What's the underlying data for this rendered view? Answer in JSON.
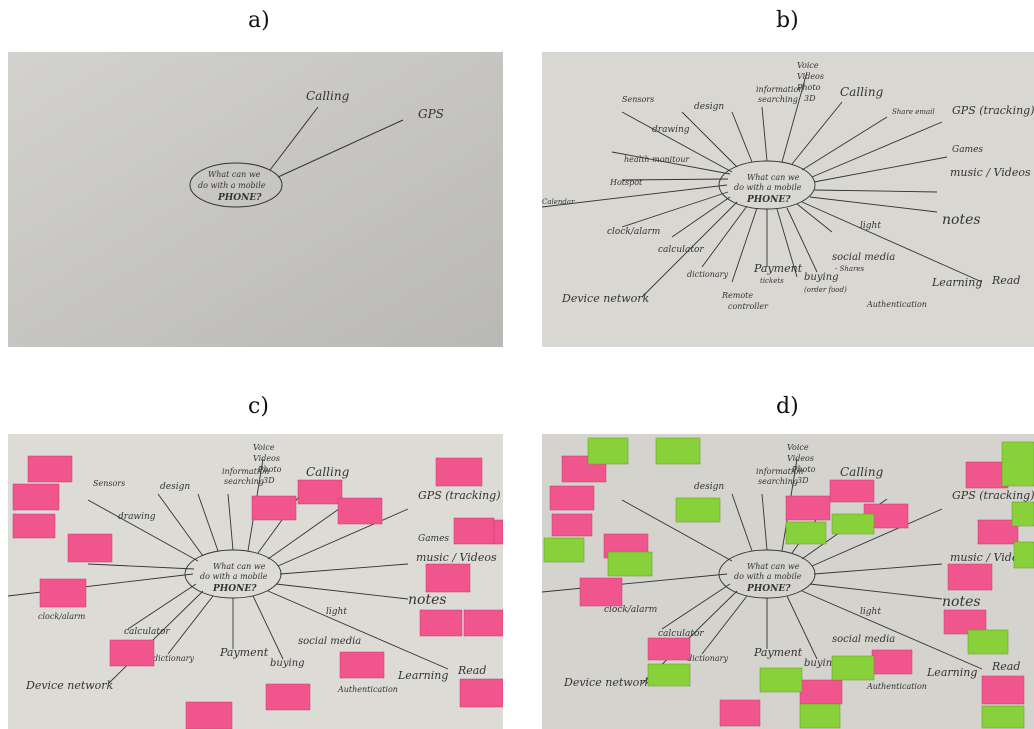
{
  "panels": {
    "a": {
      "label": "a)"
    },
    "b": {
      "label": "b)"
    },
    "c": {
      "label": "c)"
    },
    "d": {
      "label": "d)"
    }
  },
  "mindmap": {
    "center_line1": "What can we",
    "center_line2": "do with a mobile",
    "center_line3": "PHONE?",
    "a_topics": [
      "Calling",
      "GPS"
    ],
    "topics": {
      "calling": "Calling",
      "gps": "GPS (tracking)",
      "design": "design",
      "sensors": "Sensors",
      "information": "information",
      "searching": "searching",
      "voice": "Voice",
      "videos": "Videos",
      "photo": "Photo",
      "three_d": "3D",
      "drawing": "drawing",
      "health": "health monitour",
      "hotspot": "Hotspot",
      "calendar": "Calendar",
      "clock": "clock/alarm",
      "calculator": "calculator",
      "dictionary": "dictionary",
      "payment": "Payment",
      "tickets": "tickets",
      "remote": "Remote",
      "controller": "controller",
      "buying": "buying",
      "order_food": "(order food)",
      "social": "social media",
      "shares": "- Shares",
      "authentication": "Authentication",
      "light": "light",
      "notes": "notes",
      "learning": "Learning",
      "read": "Read",
      "games": "Games",
      "music": "music / Videos",
      "share_email": "Share email",
      "device_network": "Device network"
    }
  },
  "colors": {
    "paper": "#d9d8d3",
    "paper_a": "#c9c8c4",
    "ink": "#2b2b2b",
    "pink_note": "#f0558e",
    "green_note": "#88d13a"
  }
}
